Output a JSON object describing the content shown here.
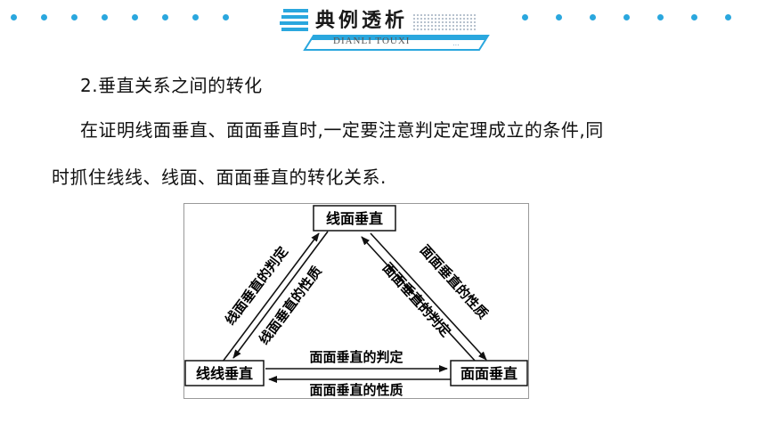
{
  "banner": {
    "title": "典例透析",
    "subtitle": "DIANLI TOUXI",
    "accent_color": "#2aa7de"
  },
  "section": {
    "heading": "2.垂直关系之间的转化",
    "paragraph_line1": "在证明线面垂直、面面垂直时,一定要注意判定定理成立的条件,同",
    "paragraph_line2": "时抓住线线、线面、面面垂直的转化关系."
  },
  "diagram": {
    "nodes": {
      "top": "线面垂直",
      "left": "线线垂直",
      "right": "面面垂直"
    },
    "edges": {
      "left_outer": "线面垂直的判定",
      "left_inner": "线面垂直的性质",
      "right_outer": "面面垂直的性质",
      "right_inner": "面面垂直的判定",
      "bottom_upper": "面面垂直的判定",
      "bottom_lower": "面面垂直的性质"
    }
  }
}
